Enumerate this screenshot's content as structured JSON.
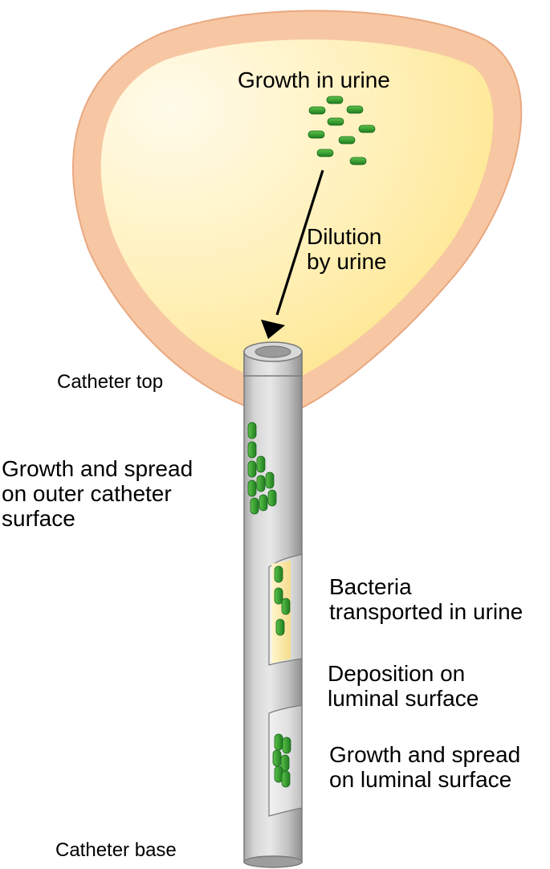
{
  "labels": {
    "growth_in_urine": "Growth in urine",
    "dilution": [
      "Dilution",
      "by urine"
    ],
    "catheter_top": "Catheter top",
    "outer_surface": [
      "Growth and spread",
      "on outer catheter",
      "surface"
    ],
    "bacteria_transported": [
      "Bacteria",
      "transported in urine"
    ],
    "deposition": [
      "Deposition on",
      "luminal surface"
    ],
    "luminal_growth": [
      "Growth and spread",
      "on luminal surface"
    ],
    "catheter_base": "Catheter base"
  },
  "colors": {
    "bladder_wall": "#f7c7a3",
    "bladder_wall_edge": "#e9a880",
    "urine": "#fde58c",
    "urine_light": "#fffbea",
    "catheter": "#c9c9c9",
    "catheter_dark": "#8e8e8e",
    "bacteria": "#3aa52e",
    "bacteria_dark": "#17651a",
    "arrow": "#000000"
  }
}
